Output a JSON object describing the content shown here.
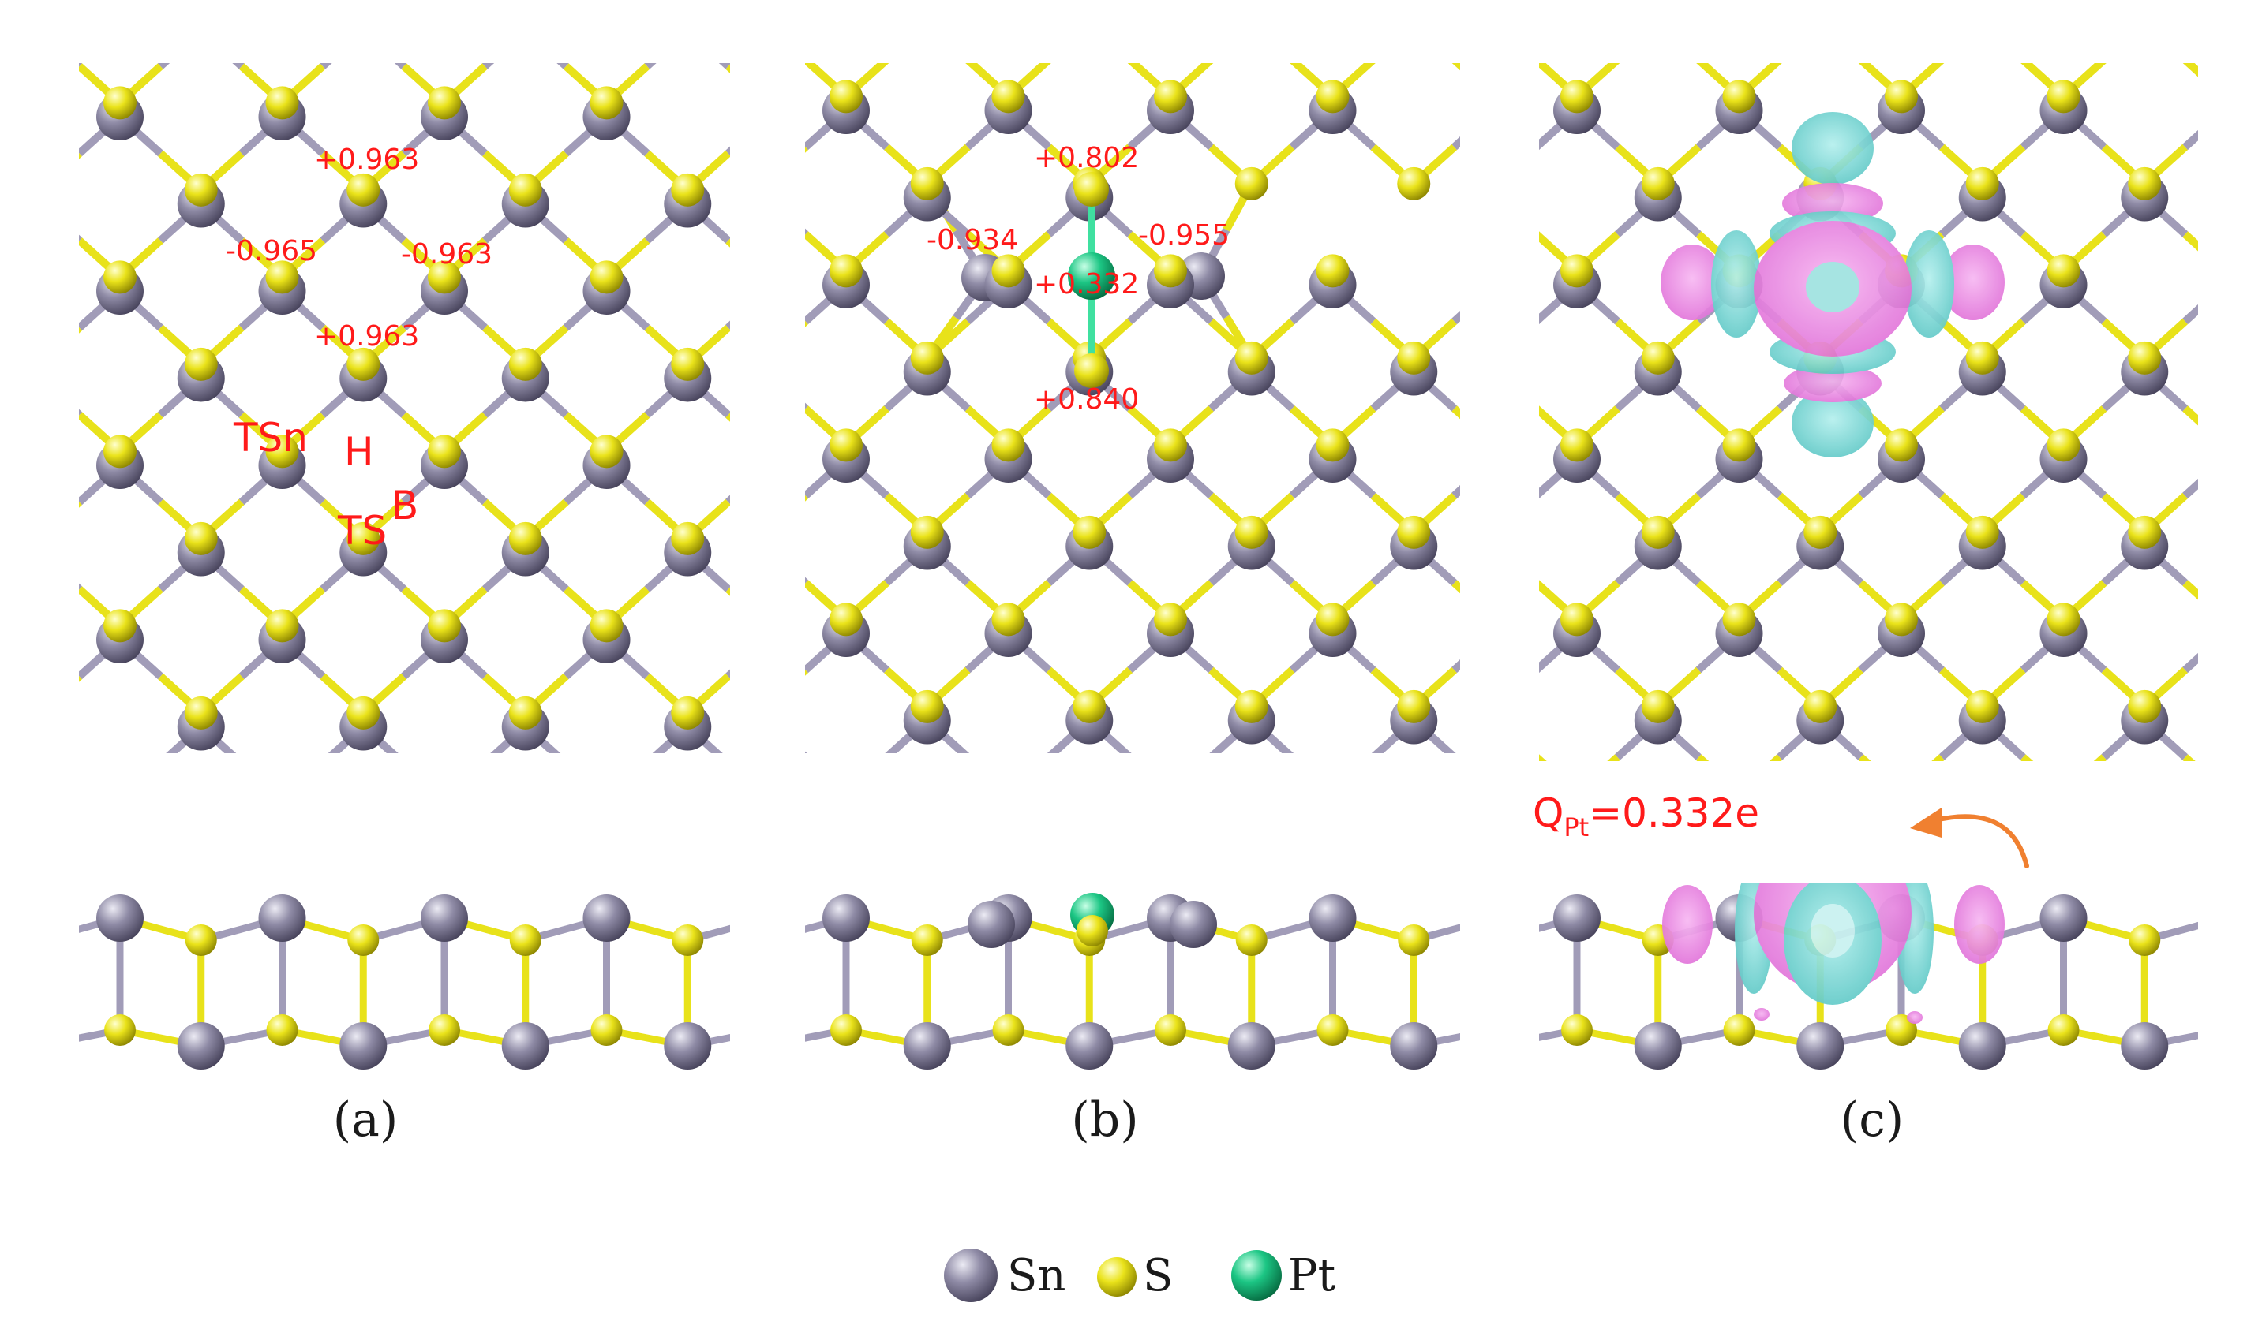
{
  "panels": [
    {
      "id": "a",
      "caption": "(a)",
      "charges": [
        "+0.963",
        "-0.965",
        "-0.963",
        "+0.963"
      ],
      "sites": [
        "TSn",
        "H",
        "TS",
        "B"
      ]
    },
    {
      "id": "b",
      "caption": "(b)",
      "charges": [
        "+0.802",
        "-0.934",
        "-0.955",
        "+0.332",
        "+0.840"
      ]
    },
    {
      "id": "c",
      "caption": "(c)",
      "charge_label": {
        "main": "Q",
        "sub": "Pt",
        "rest": "=0.332e"
      }
    }
  ],
  "legend": [
    {
      "symbol": "Sn",
      "color": "#8e8aa3",
      "icon": "sn-atom-icon"
    },
    {
      "symbol": "S",
      "color": "#e8e21a",
      "icon": "s-atom-icon"
    },
    {
      "symbol": "Pt",
      "color": "#17c47e",
      "icon": "pt-atom-icon"
    }
  ],
  "colors": {
    "tin": "#8e8aa3",
    "sulfur": "#e8e21a",
    "platinum": "#17c47e",
    "label": "#ff1a1a",
    "charge_accumulation": "#ee7fe6",
    "charge_depletion": "#76d7d5",
    "arrow": "#f08030"
  }
}
